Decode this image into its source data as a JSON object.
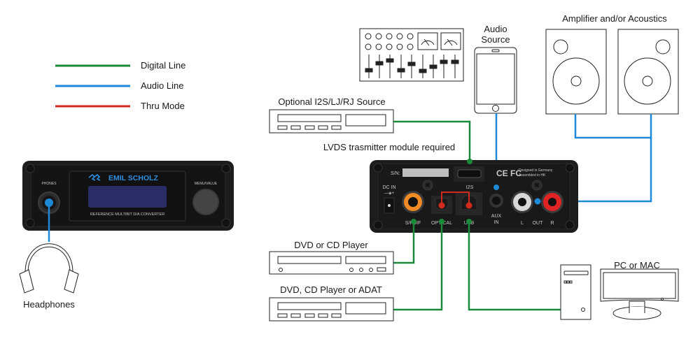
{
  "legend": {
    "items": [
      {
        "label": "Digital Line",
        "color": "#1a8a3a"
      },
      {
        "label": "Audio Line",
        "color": "#1e8ad6"
      },
      {
        "label": "Thru Mode",
        "color": "#d02a1e"
      }
    ]
  },
  "front_panel": {
    "phones_label": "PHONES",
    "brand": "EMIL SCHOLZ",
    "subtitle": "REFERENCE MULTIBIT D/A CONVERTER",
    "menu_label": "MENU/VALUE"
  },
  "rear_panel": {
    "serial_label": "S/N:",
    "dc_in_label": "DC IN",
    "dc_polarity": "—◈+",
    "i2s_label": "I2S",
    "spdif_label": "S/PDIF",
    "optical_label": "OPTICAL",
    "usb_label": "USB",
    "aux_label_1": "AUX",
    "aux_label_2": "IN",
    "out_l": "L",
    "out_label": "OUT",
    "out_r": "R",
    "cert": "CE FC",
    "designed": "Designed in Germany",
    "assembled": "Assembled in HK"
  },
  "devices": {
    "headphones": "Headphones",
    "audio_source_1": "Audio",
    "audio_source_2": "Source",
    "amplifier": "Amplifier and/or Acoustics",
    "i2s_source": "Optional I2S/LJ/RJ Source",
    "lvds_note": "LVDS trasmitter module required",
    "dvd_cd": "DVD or CD Player",
    "dvd_cd_adat": "DVD, CD Player or ADAT",
    "pc_mac": "PC or MAC"
  },
  "colors": {
    "digital": "#1a8a3a",
    "audio": "#1e8ad6",
    "thru": "#d02a1e",
    "panel": "#1c1c1c",
    "spdif_orange": "#f08a24",
    "lcd": "#2a2d66"
  }
}
